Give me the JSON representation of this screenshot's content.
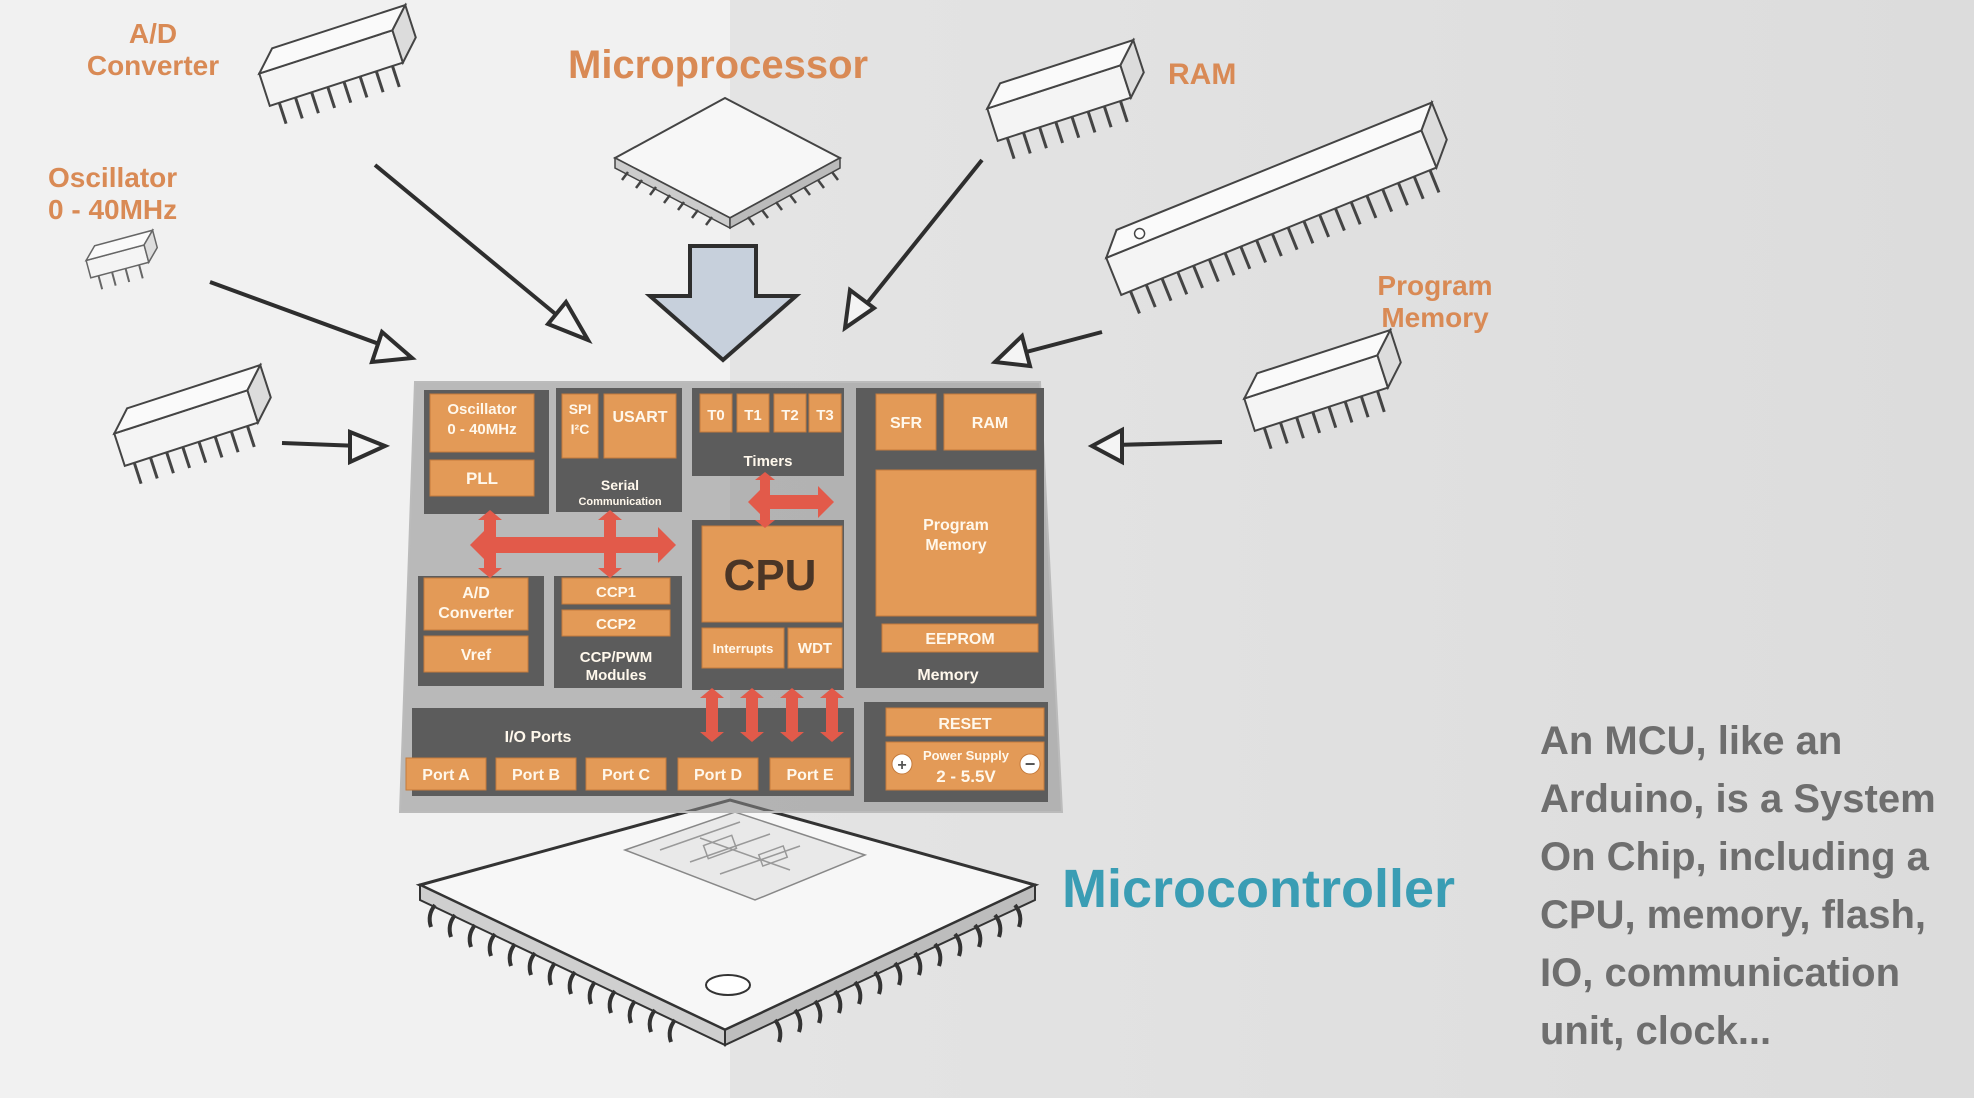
{
  "labels": {
    "ad_converter": "A/D\nConverter",
    "microprocessor": "Microprocessor",
    "ram": "RAM",
    "oscillator": "Oscillator\n0 - 40MHz",
    "program_memory": "Program\nMemory",
    "microcontroller": "Microcontroller"
  },
  "caption": "An MCU, like an Arduino, is a System On Chip, including a CPU, memory, flash, IO, communication unit, clock...",
  "chip_blocks": {
    "oscillator": "Oscillator\n0 - 40MHz",
    "pll": "PLL",
    "spi": "SPI",
    "i2c": "I²C",
    "usart": "USART",
    "serial_label": "Serial",
    "serial_label2": "Communication",
    "t0": "T0",
    "t1": "T1",
    "t2": "T2",
    "t3": "T3",
    "timers": "Timers",
    "sfr": "SFR",
    "ram": "RAM",
    "program_memory": "Program\nMemory",
    "eeprom": "EEPROM",
    "memory": "Memory",
    "cpu": "CPU",
    "interrupts": "Interrupts",
    "wdt": "WDT",
    "ad_converter": "A/D\nConverter",
    "vref": "Vref",
    "ccp1": "CCP1",
    "ccp2": "CCP2",
    "ccp_pwm": "CCP/PWM\nModules",
    "io_ports": "I/O Ports",
    "port_a": "Port A",
    "port_b": "Port B",
    "port_c": "Port C",
    "port_d": "Port D",
    "port_e": "Port E",
    "reset": "RESET",
    "power_supply": "Power Supply",
    "voltage": "2 - 5.5V"
  },
  "colors": {
    "orange_label": "#d98a55",
    "block": "#e39a57",
    "board": "#5c5c5c",
    "arrow_red": "#e25a4a",
    "teal": "#3a9db4",
    "caption_gray": "#6e6e6e"
  }
}
